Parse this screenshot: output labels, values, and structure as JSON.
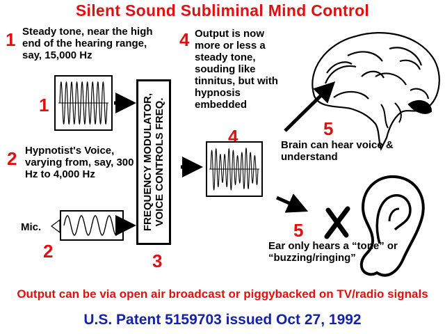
{
  "title": "Silent Sound Subliminal Mind Control",
  "steps": {
    "step1": {
      "number": "1",
      "text": "Steady tone, near the high end of the hearing range, say,  15,000 Hz"
    },
    "step2": {
      "number": "2",
      "text": "Hypnotist's Voice, varying from, say, 300 Hz to 4,000 Hz"
    },
    "step3": {
      "number": "3",
      "label_line1": "FREQUENCY MODULATOR,",
      "label_line2": "VOICE CONTROLS FREQ."
    },
    "step4": {
      "number": "4",
      "text": "Output is now more or less a steady tone, souding like tinnitus, but with hypnosis embedded"
    },
    "step5a": {
      "number": "5",
      "text": "Brain can hear voice & understand"
    },
    "step5b": {
      "number": "5",
      "text": "Ear only hears a “tone” or “buzzing/ringing”"
    }
  },
  "mic_label": "Mic.",
  "footer_line1": "Output can be via open air broadcast or piggybacked on TV/radio signals",
  "footer_line2": "U.S. Patent 5159703 issued Oct 27, 1992",
  "colors": {
    "accent_red": "#e01010",
    "patent_blue": "#1422a8"
  },
  "icons": [
    "brain-illustration-icon",
    "ear-illustration-icon",
    "x-mark-icon",
    "microphone-icon"
  ]
}
